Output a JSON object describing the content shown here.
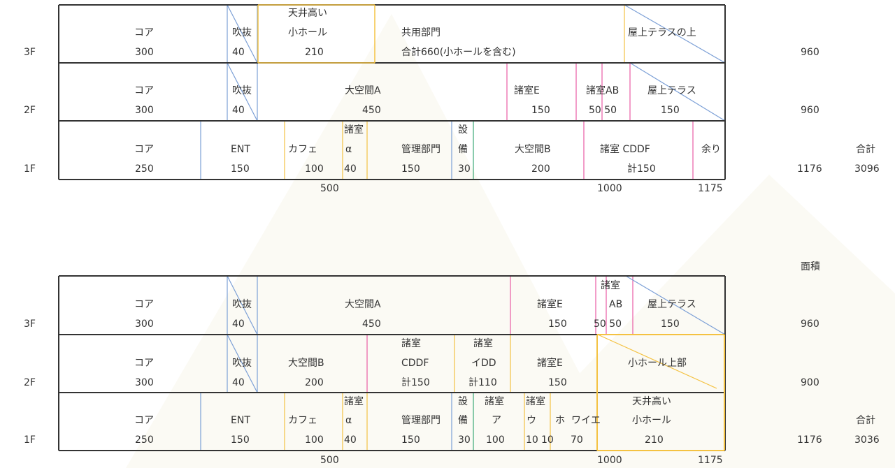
{
  "diagram_top": {
    "floors": [
      {
        "label": "3F",
        "area": "960",
        "cells": [
          {
            "name": "3f-core",
            "lines": [
              "",
              "コア",
              "300"
            ]
          },
          {
            "name": "3f-atrium",
            "lines": [
              "",
              "吹抜",
              "40"
            ]
          },
          {
            "name": "3f-small-hall",
            "lines": [
              "天井高い",
              "小ホール",
              "210"
            ]
          },
          {
            "name": "3f-common",
            "lines": [
              "",
              "共用部門",
              "合計660(小ホールを含む)"
            ]
          },
          {
            "name": "3f-roof-above",
            "lines": [
              "",
              "屋上テラスの上",
              ""
            ]
          }
        ]
      },
      {
        "label": "2F",
        "area": "960",
        "cells": [
          {
            "name": "2f-core",
            "lines": [
              "",
              "コア",
              "300"
            ]
          },
          {
            "name": "2f-atrium",
            "lines": [
              "",
              "吹抜",
              "40"
            ]
          },
          {
            "name": "2f-hall-a",
            "lines": [
              "",
              "大空間A",
              "450"
            ]
          },
          {
            "name": "2f-room-e",
            "lines": [
              "",
              "諸室E",
              "150"
            ]
          },
          {
            "name": "2f-room-ab",
            "lines": [
              "",
              "諸室AB",
              "50 50"
            ]
          },
          {
            "name": "2f-roof-terrace",
            "lines": [
              "",
              "屋上テラス",
              "150"
            ]
          }
        ]
      },
      {
        "label": "1F",
        "area": "1176",
        "total_label": "合計",
        "total": "3096",
        "cells": [
          {
            "name": "1f-core",
            "lines": [
              "",
              "コア",
              "250"
            ]
          },
          {
            "name": "1f-entrance",
            "lines": [
              "",
              "ENT",
              "150"
            ]
          },
          {
            "name": "1f-cafe",
            "lines": [
              "",
              "カフェ",
              "100"
            ]
          },
          {
            "name": "1f-room-alpha",
            "lines": [
              "諸室",
              "α",
              "40"
            ]
          },
          {
            "name": "1f-admin",
            "lines": [
              "",
              "管理部門",
              "150"
            ]
          },
          {
            "name": "1f-equipment",
            "lines": [
              "設",
              "備",
              "30"
            ]
          },
          {
            "name": "1f-hall-b",
            "lines": [
              "",
              "大空間B",
              "200"
            ]
          },
          {
            "name": "1f-room-cddf",
            "lines": [
              "",
              "諸室 CDDF",
              "計150"
            ]
          },
          {
            "name": "1f-remainder",
            "lines": [
              "",
              "余り",
              ""
            ]
          }
        ]
      }
    ],
    "scale_labels": [
      "500",
      "1000",
      "1175"
    ]
  },
  "area_header": "面積",
  "diagram_bottom": {
    "floors": [
      {
        "label": "3F",
        "area": "960",
        "cells": [
          {
            "name": "3f-core",
            "lines": [
              "",
              "コア",
              "300"
            ]
          },
          {
            "name": "3f-atrium",
            "lines": [
              "",
              "吹抜",
              "40"
            ]
          },
          {
            "name": "3f-hall-a",
            "lines": [
              "",
              "大空間A",
              "450"
            ]
          },
          {
            "name": "3f-room-e",
            "lines": [
              "",
              "諸室E",
              "150"
            ]
          },
          {
            "name": "3f-room-ab",
            "lines": [
              "諸室",
              "AB",
              "50 50"
            ]
          },
          {
            "name": "3f-roof-terrace",
            "lines": [
              "",
              "屋上テラス",
              "150"
            ]
          }
        ]
      },
      {
        "label": "2F",
        "area": "900",
        "cells": [
          {
            "name": "2f-core",
            "lines": [
              "",
              "コア",
              "300"
            ]
          },
          {
            "name": "2f-atrium",
            "lines": [
              "",
              "吹抜",
              "40"
            ]
          },
          {
            "name": "2f-hall-b",
            "lines": [
              "",
              "大空間B",
              "200"
            ]
          },
          {
            "name": "2f-room-cddf",
            "lines": [
              "諸室",
              "CDDF",
              "計150"
            ]
          },
          {
            "name": "2f-room-idd",
            "lines": [
              "諸室",
              "イDD",
              "計110"
            ]
          },
          {
            "name": "2f-room-e",
            "lines": [
              "",
              "諸室E",
              "150"
            ]
          },
          {
            "name": "2f-small-hall-upper",
            "lines": [
              "",
              "小ホール上部",
              ""
            ]
          }
        ]
      },
      {
        "label": "1F",
        "area": "1176",
        "total_label": "合計",
        "total": "3036",
        "cells": [
          {
            "name": "1f-core",
            "lines": [
              "",
              "コア",
              "250"
            ]
          },
          {
            "name": "1f-entrance",
            "lines": [
              "",
              "ENT",
              "150"
            ]
          },
          {
            "name": "1f-cafe",
            "lines": [
              "",
              "カフェ",
              "100"
            ]
          },
          {
            "name": "1f-room-alpha",
            "lines": [
              "諸室",
              "α",
              "40"
            ]
          },
          {
            "name": "1f-admin",
            "lines": [
              "",
              "管理部門",
              "150"
            ]
          },
          {
            "name": "1f-equipment",
            "lines": [
              "設",
              "備",
              "30"
            ]
          },
          {
            "name": "1f-room-a",
            "lines": [
              "諸室",
              "ア",
              "100"
            ]
          },
          {
            "name": "1f-room-u",
            "lines": [
              "諸室",
              "ウ",
              "10"
            ]
          },
          {
            "name": "1f-room-ho",
            "lines": [
              "",
              "ホ",
              "10"
            ]
          },
          {
            "name": "1f-foyer",
            "lines": [
              "",
              "ワイエ",
              "70"
            ]
          },
          {
            "name": "1f-small-hall",
            "lines": [
              "天井高い",
              "小ホール",
              "210"
            ]
          }
        ]
      }
    ],
    "scale_labels": [
      "500",
      "1000",
      "1175"
    ]
  },
  "colors": {
    "frame": "#333333",
    "blue": "#7b9fd6",
    "orange": "#f4c242",
    "pink": "#ea5ba5",
    "green": "#3aa876",
    "text": "#333333",
    "background_shape": "#fbfaf4"
  }
}
